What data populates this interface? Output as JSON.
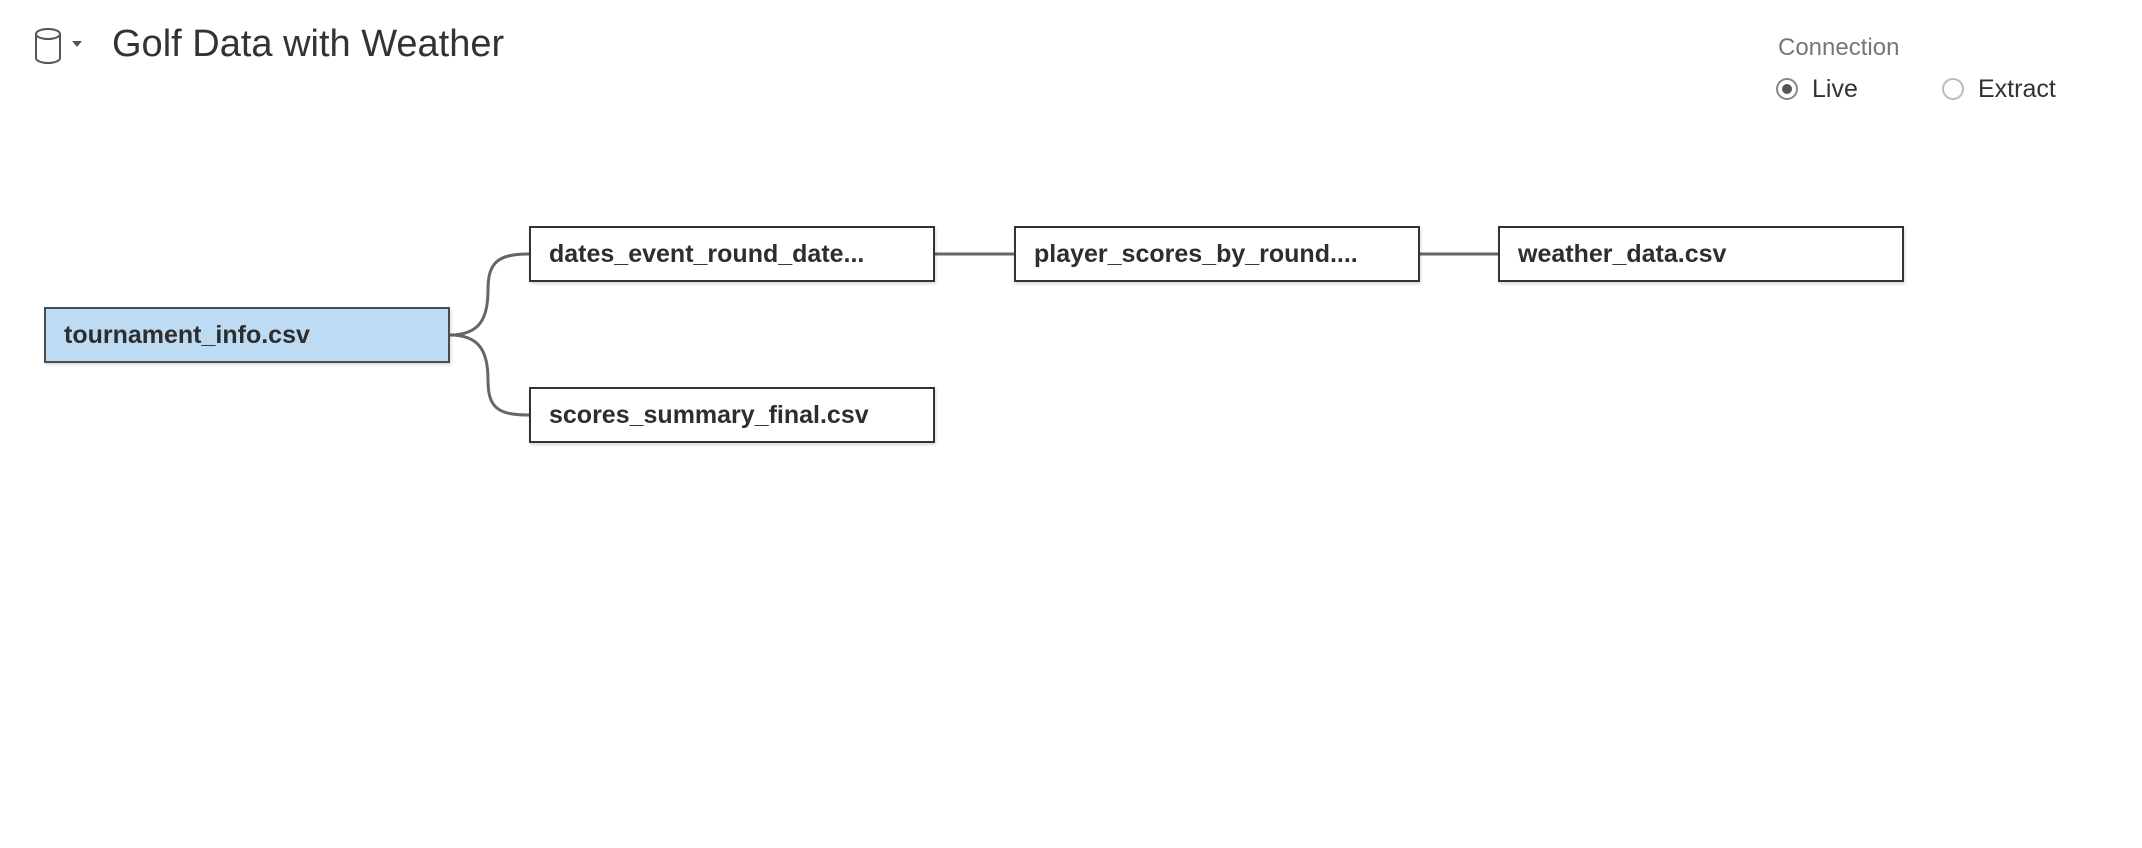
{
  "header": {
    "datasource_icon": "database-icon",
    "menu_caret_icon": "caret-down-icon",
    "title": "Golf Data with Weather"
  },
  "connection": {
    "label": "Connection",
    "options": [
      {
        "label": "Live",
        "selected": true
      },
      {
        "label": "Extract",
        "selected": false
      }
    ]
  },
  "canvas": {
    "tables": [
      {
        "id": "tournament",
        "label": "tournament_info.csv",
        "selected": true
      },
      {
        "id": "dates",
        "label": "dates_event_round_date..."
      },
      {
        "id": "scores",
        "label": "scores_summary_final.csv"
      },
      {
        "id": "player",
        "label": "player_scores_by_round...."
      },
      {
        "id": "weather",
        "label": "weather_data.csv"
      }
    ],
    "links": [
      [
        "tournament",
        "dates"
      ],
      [
        "tournament",
        "scores"
      ],
      [
        "dates",
        "player"
      ],
      [
        "player",
        "weather"
      ]
    ],
    "colors": {
      "selected_fill": "#bddcf4",
      "node_border": "#333333",
      "connector": "#666666"
    }
  }
}
